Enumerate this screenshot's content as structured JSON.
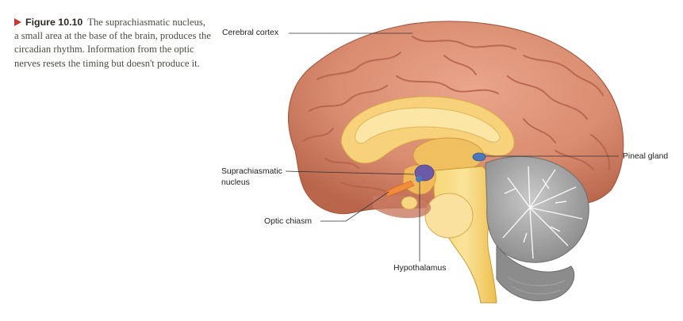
{
  "caption": {
    "figure_label": "Figure 10.10",
    "text": "The suprachiasmatic nucleus, a small area at the base of the brain, produces the circadian rhythm. Information from the optic nerves resets the timing but doesn't produce it."
  },
  "labels": {
    "cerebral_cortex": "Cerebral cortex",
    "pineal_gland": "Pineal gland",
    "suprachiasmatic_line1": "Suprachiasmatic",
    "suprachiasmatic_line2": "nucleus",
    "optic_chiasm": "Optic chiasm",
    "hypothalamus": "Hypothalamus"
  },
  "colors": {
    "cortex": "#d98c70",
    "cortex_shadow": "#b8654c",
    "white_matter": "#f7d27a",
    "corpus_callosum": "#fbe6a6",
    "brainstem": "#f4c95c",
    "cerebellum": "#a8a8a8",
    "suprachiasmatic": "#6a5aa8",
    "pineal": "#4a78b8",
    "marker": "#c23b2e"
  }
}
